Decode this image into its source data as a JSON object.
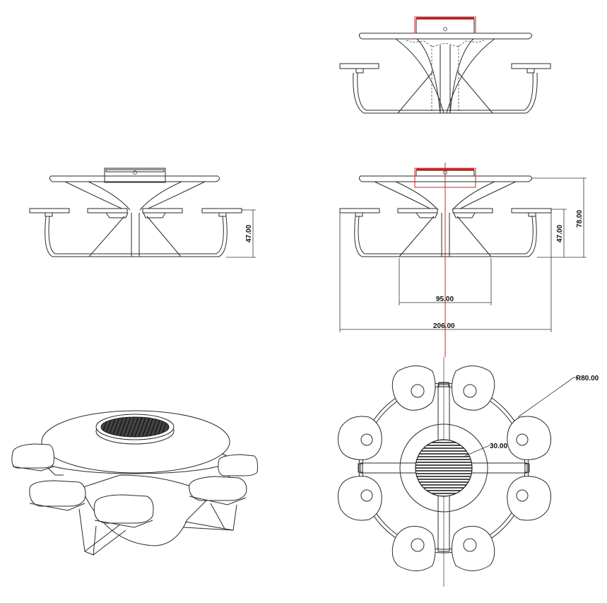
{
  "dimensions": {
    "width_total": "206.00",
    "width_base": "95.00",
    "height_seat_left": "47.00",
    "height_seat_right": "47.00",
    "height_table": "78.00",
    "radius_outer": "R80.00",
    "radius_inner": "30.00"
  },
  "colors": {
    "line": "#2a2a2a",
    "center_line": "#dd2222",
    "background": "#ffffff"
  }
}
